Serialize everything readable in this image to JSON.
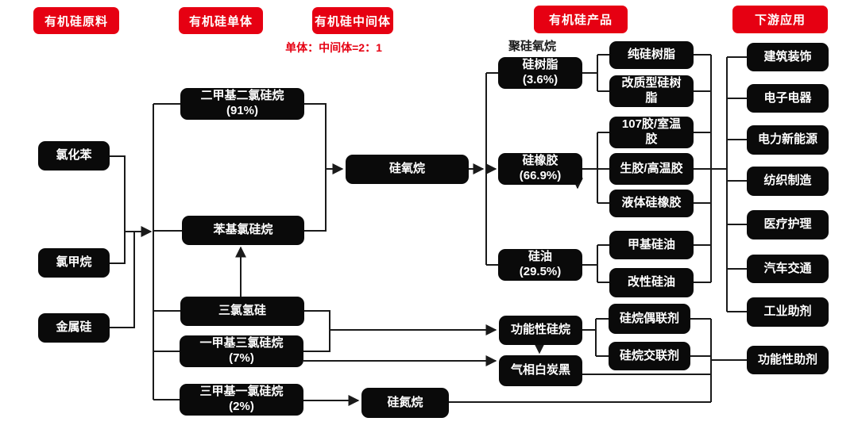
{
  "colors": {
    "accent_red": "#e60012",
    "node_black": "#0a0a0a",
    "line": "#1a1a1a",
    "text_on_dark": "#ffffff"
  },
  "headers": {
    "raw_materials": "有机硅原料",
    "monomers": "有机硅单体",
    "intermediates": "有机硅中间体",
    "products": "有机硅产品",
    "downstream": "下游应用"
  },
  "annotations": {
    "ratio_note": "单体：中间体=2：1",
    "polysiloxane": "聚硅氧烷"
  },
  "nodes": {
    "chlorobenzene": "氯化苯",
    "chloromethane": "氯甲烷",
    "silicon_metal": "金属硅",
    "dimethyldichlorosilane": "二甲基二氯硅烷\n(91%)",
    "phenylchlorosilane": "苯基氯硅烷",
    "trichlorosilane": "三氯氢硅",
    "methyltrichlorosilane": "一甲基三氯硅烷\n(7%)",
    "trimethylchlorosilane": "三甲基一氯硅烷\n(2%)",
    "siloxane": "硅氧烷",
    "silicone_resin": "硅树脂\n(3.6%)",
    "silicone_rubber": "硅橡胶\n(66.9%)",
    "silicone_oil": "硅油\n(29.5%)",
    "pure_resin": "纯硅树脂",
    "modified_resin": "改质型硅树脂",
    "glue_107": "107胶/室温胶",
    "raw_high_temp_glue": "生胶/高温胶",
    "liquid_rubber": "液体硅橡胶",
    "methyl_oil": "甲基硅油",
    "modified_oil": "改性硅油",
    "functional_silane": "功能性硅烷",
    "fumed_silica": "气相白炭黑",
    "silazane": "硅氮烷",
    "coupling_agent": "硅烷偶联剂",
    "crosslinking_agent": "硅烷交联剂",
    "construction": "建筑装饰",
    "electronics": "电子电器",
    "power_new_energy": "电力新能源",
    "textile": "纺织制造",
    "medical_care": "医疗护理",
    "automotive": "汽车交通",
    "industrial_additive": "工业助剂",
    "functional_additive": "功能性助剂"
  }
}
